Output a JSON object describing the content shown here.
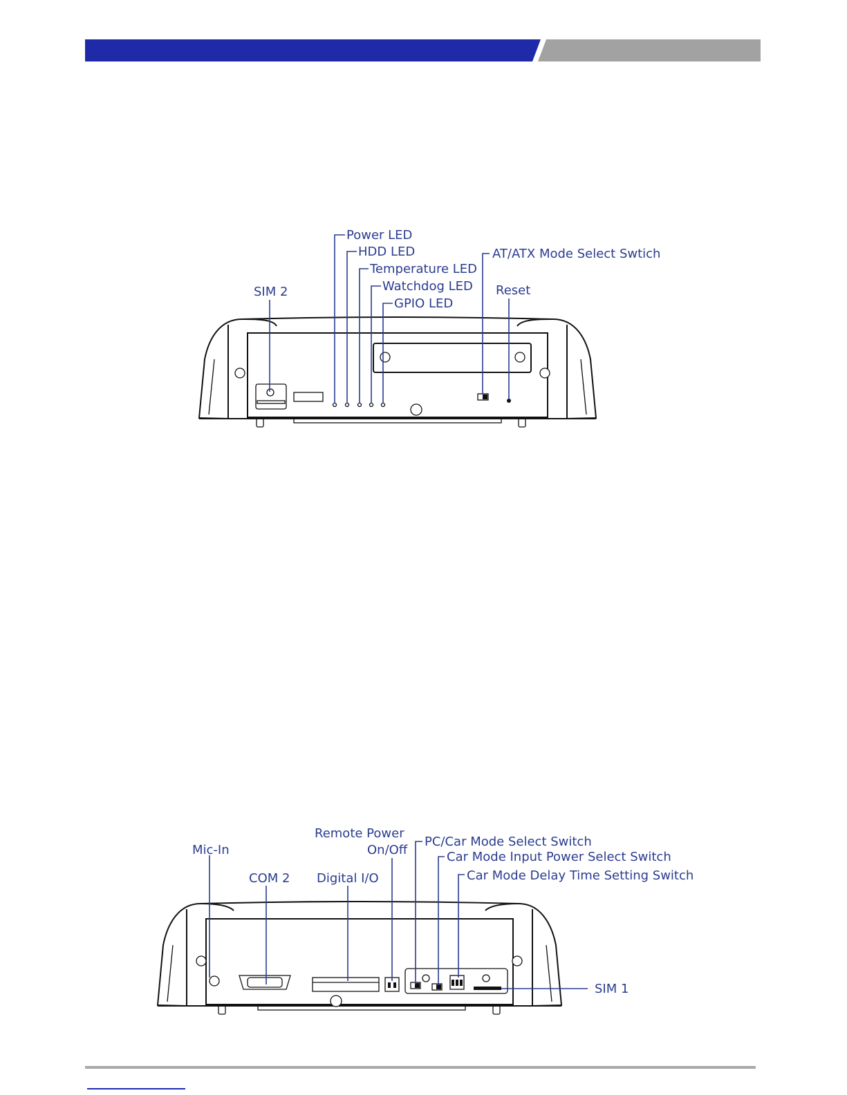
{
  "header": {
    "colors": {
      "primary": "#1e2aa8",
      "secondary": "#a2a2a2"
    }
  },
  "figure_front": {
    "labels": {
      "sim2": "SIM 2",
      "power_led": "Power LED",
      "hdd_led": "HDD LED",
      "temperature_led": "Temperature LED",
      "watchdog_led": "Watchdog LED",
      "gpio_led": "GPIO LED",
      "at_atx_switch": "AT/ATX Mode Select Swtich",
      "reset": "Reset"
    }
  },
  "figure_rear": {
    "labels": {
      "mic_in": "Mic-In",
      "com2": "COM 2",
      "digital_io": "Digital I/O",
      "remote_power_line1": "Remote Power",
      "remote_power_line2": "On/Off",
      "pc_car_switch": "PC/Car Mode Select Switch",
      "car_input_power_switch": "Car Mode Input Power Select Switch",
      "car_delay_switch": "Car Mode Delay Time Setting Switch",
      "sim1": "SIM 1"
    }
  },
  "footer": {
    "colors": {
      "rule": "#a9a9a9",
      "link": "#1b2bb3"
    }
  }
}
